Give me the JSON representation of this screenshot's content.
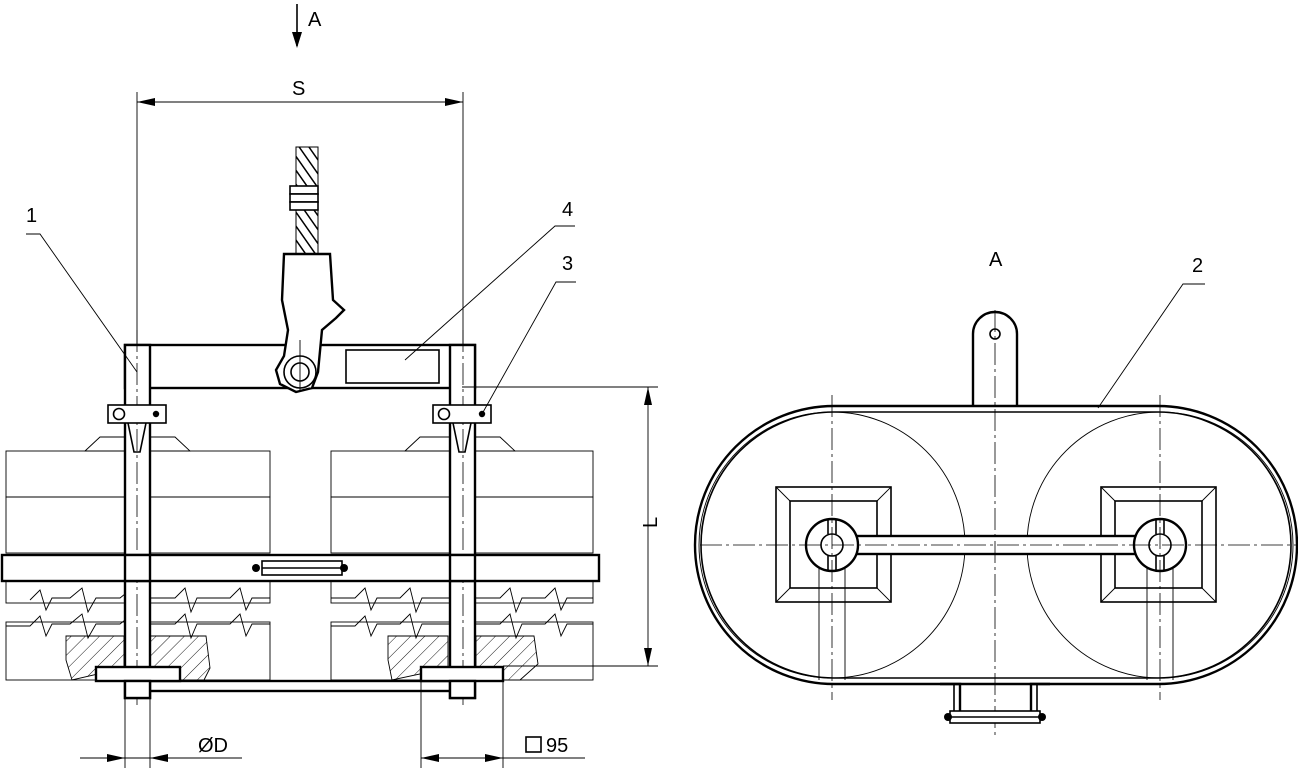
{
  "labels": {
    "view_arrow_top": "A",
    "dim_span": "S",
    "dim_length": "L",
    "dim_diameter": "ØD",
    "dim_square": "95",
    "view_title": "A",
    "callout_1": "1",
    "callout_2": "2",
    "callout_3": "3",
    "callout_4": "4"
  }
}
